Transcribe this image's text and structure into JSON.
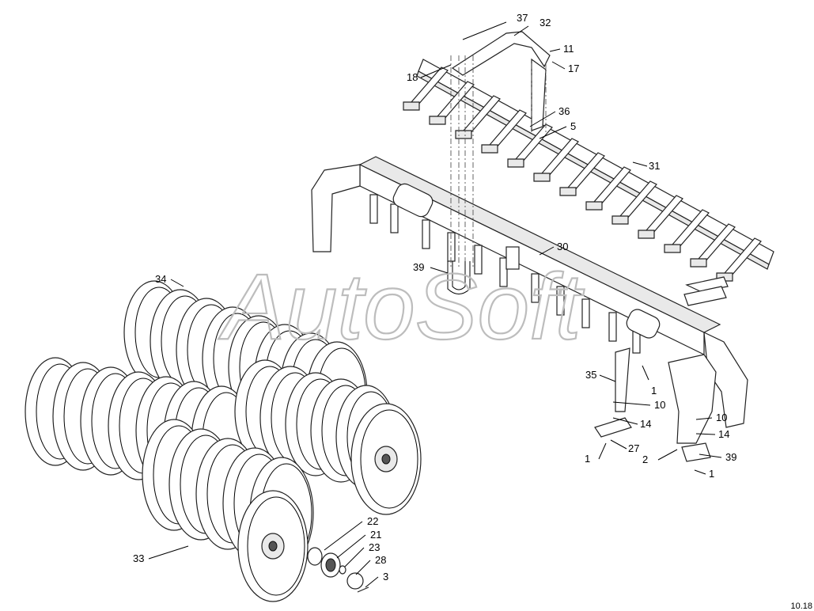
{
  "watermark": "AutoSoft",
  "page_number": "10.18",
  "part_labels": [
    "37",
    "32",
    "11",
    "17",
    "18",
    "36",
    "5",
    "31",
    "30",
    "39",
    "34",
    "35",
    "1",
    "10",
    "14",
    "27",
    "2",
    "39",
    "10",
    "14",
    "1",
    "1",
    "33",
    "22",
    "21",
    "23",
    "28",
    "3"
  ]
}
